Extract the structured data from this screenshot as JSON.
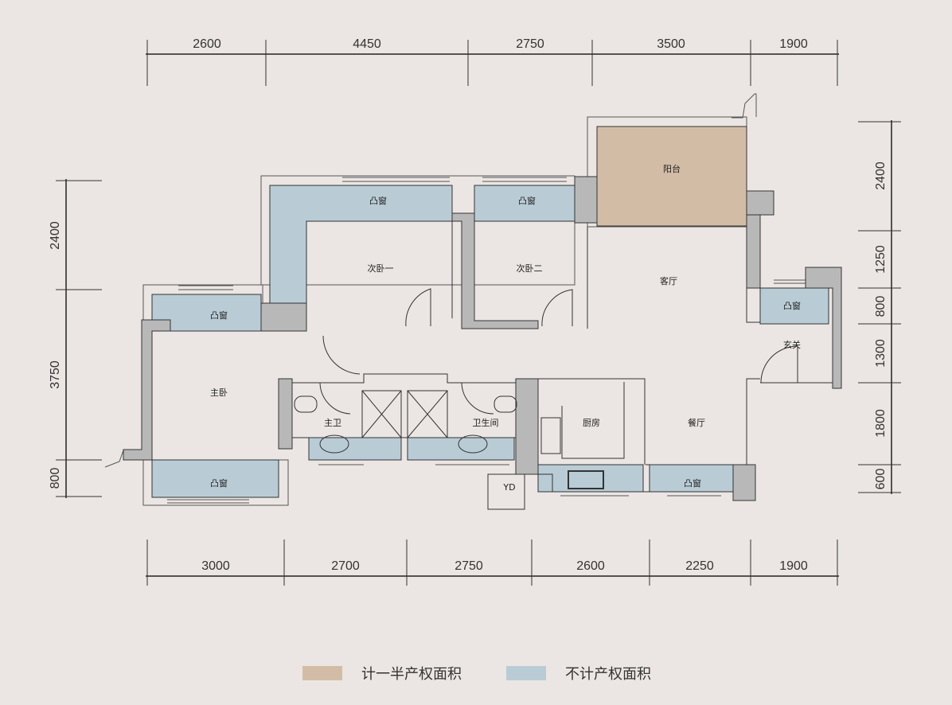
{
  "dimensions": {
    "top": [
      "2600",
      "4450",
      "2750",
      "3500",
      "1900"
    ],
    "bottom": [
      "3000",
      "2700",
      "2750",
      "2600",
      "2250",
      "1900"
    ],
    "left": [
      "2400",
      "3750",
      "800"
    ],
    "right": [
      "2400",
      "1250",
      "800",
      "1300",
      "1800",
      "600"
    ]
  },
  "rooms": {
    "balcony": "阳台",
    "living_room": "客厅",
    "second_bedroom_1": "次卧一",
    "second_bedroom_2": "次卧二",
    "master_bedroom": "主卧",
    "master_bath": "主卫",
    "bathroom": "卫生间",
    "kitchen": "厨房",
    "dining_room": "餐厅",
    "entrance": "玄关",
    "bay_window": "凸窗",
    "yd": "YD"
  },
  "legend": [
    {
      "label": "计一半产权面积",
      "color": "#d3bca6"
    },
    {
      "label": "不计产权面积",
      "color": "#b9ccd6"
    }
  ],
  "colors": {
    "background": "#ebe6e3",
    "wall": "#b8b8b8",
    "half_area": "#d3bca6",
    "excluded_area": "#b9ccd6"
  }
}
